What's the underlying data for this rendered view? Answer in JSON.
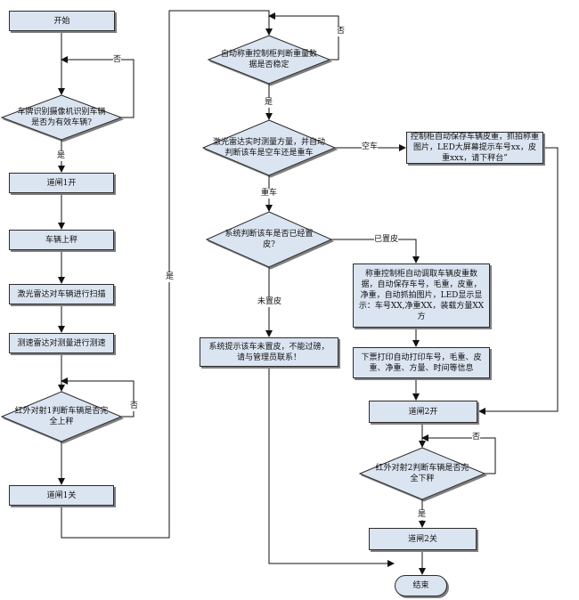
{
  "nodes": {
    "start": "开始",
    "plate_check": "车牌识别摄像机识别车辆是否为有效车辆?",
    "gate1_open": "道闸1开",
    "vehicle_on": "车辆上秤",
    "laser_scan": "激光雷达对车辆进行扫描",
    "speed_radar": "测速雷达对测量进行测速",
    "ir1_check": "红外对射1判断车辆是否完全上秤",
    "gate1_close": "道闸1关",
    "stable_check": "自动称重控制柜判断重量数据是否稳定",
    "laser_measure": "激光雷达实时测量方量，并自动判断该车是空车还是重车",
    "empty_save": "控制柜自动保存车辆皮重，抓拍称重图片，LED大屏幕提示车号xx，皮重xxx，请下秤台”",
    "tare_check": "系统判断该车是否已经置皮?",
    "tared_process": "称重控制柜自动调取车辆皮重数据，自动保存车号，毛重，皮重，净重，自动抓拍图片，LED显示显示：车号XX,净重XX，装载方量XX方",
    "print_ticket": "下票打印自动打印车号，毛重、皮重、净重、方量、时间等信息",
    "not_tared": "系统提示该车未置皮，不能过磅，请与管理员联系！",
    "gate2_open": "道闸2开",
    "ir2_check": "红外对射2判断车辆是否完全下秤",
    "gate2_close": "道闸2关",
    "end": "结束"
  },
  "labels": {
    "no_1": "否",
    "yes_1": "是",
    "no_2": "否",
    "yes_connector": "是",
    "no_3": "否",
    "yes_3": "是",
    "empty": "空车",
    "heavy": "重车",
    "tared": "已置皮",
    "untared": "未置皮",
    "no_4": "否",
    "yes_4": "是"
  },
  "colors": {
    "fill": "#dbe4f1",
    "stroke": "#2b2b2b",
    "shadow": "#7f7f7f"
  }
}
